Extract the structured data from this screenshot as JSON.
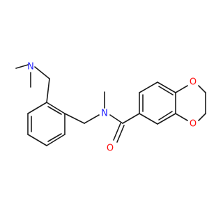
{
  "molecule": {
    "atoms": [
      {
        "id": "N1",
        "symbol": "N",
        "color": "#1f1fff"
      },
      {
        "id": "N2",
        "symbol": "N",
        "color": "#1f1fff"
      },
      {
        "id": "O1",
        "symbol": "O",
        "color": "#ff0d0d"
      },
      {
        "id": "O2",
        "symbol": "O",
        "color": "#ff0d0d"
      },
      {
        "id": "O3",
        "symbol": "O",
        "color": "#ff0d0d"
      }
    ],
    "bond_color": "#1a1a1a"
  }
}
